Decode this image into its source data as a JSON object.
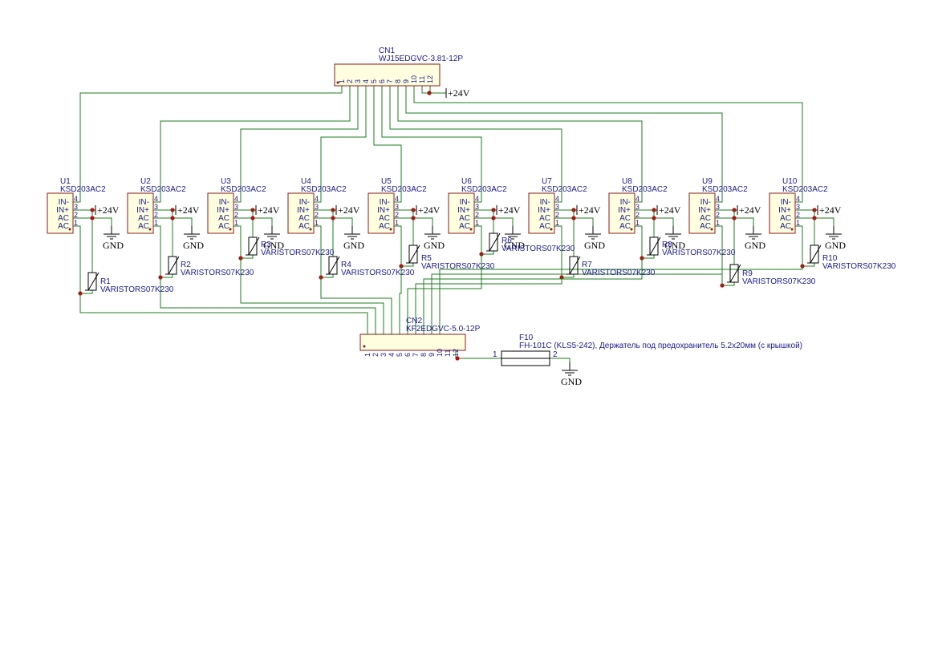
{
  "connectors": {
    "cn1": {
      "ref": "CN1",
      "value": "WJ15EDGVC-3.81-12P",
      "pins": [
        "1",
        "2",
        "3",
        "4",
        "5",
        "6",
        "7",
        "8",
        "9",
        "10",
        "11",
        "12"
      ]
    },
    "cn2": {
      "ref": "CN2",
      "value": "KF2EDGVC-5.0-12P",
      "pins": [
        "1",
        "2",
        "3",
        "4",
        "5",
        "6",
        "7",
        "8",
        "9",
        "10",
        "11",
        "12"
      ]
    }
  },
  "relays": [
    {
      "ref": "U1",
      "value": "KSD203AC2"
    },
    {
      "ref": "U2",
      "value": "KSD203AC2"
    },
    {
      "ref": "U3",
      "value": "KSD203AC2"
    },
    {
      "ref": "U4",
      "value": "KSD203AC2"
    },
    {
      "ref": "U5",
      "value": "KSD203AC2"
    },
    {
      "ref": "U6",
      "value": "KSD203AC2"
    },
    {
      "ref": "U7",
      "value": "KSD203AC2"
    },
    {
      "ref": "U8",
      "value": "KSD203AC2"
    },
    {
      "ref": "U9",
      "value": "KSD203AC2"
    },
    {
      "ref": "U10",
      "value": "KSD203AC2"
    }
  ],
  "relay_pins": {
    "names": [
      "IN-",
      "IN+",
      "AC",
      "AC"
    ],
    "numbers": [
      "4",
      "3",
      "2",
      "1"
    ]
  },
  "varistors": [
    {
      "ref": "R1",
      "value": "VARISTORS07K230"
    },
    {
      "ref": "R2",
      "value": "VARISTORS07K230"
    },
    {
      "ref": "R3",
      "value": "VARISTORS07K230"
    },
    {
      "ref": "R4",
      "value": "VARISTORS07K230"
    },
    {
      "ref": "R5",
      "value": "VARISTORS07K230"
    },
    {
      "ref": "R6",
      "value": "VARISTORS07K230"
    },
    {
      "ref": "R7",
      "value": "VARISTORS07K230"
    },
    {
      "ref": "R8",
      "value": "VARISTORS07K230"
    },
    {
      "ref": "R9",
      "value": "VARISTORS07K230"
    },
    {
      "ref": "R10",
      "value": "VARISTORS07K230"
    }
  ],
  "fuse": {
    "ref": "F10",
    "value": "FH-101C (KLS5-242), Держатель под предохранитель 5.2x20мм (с крышкой)",
    "pin1": "1",
    "pin2": "2"
  },
  "nets": {
    "power": "+24V",
    "ground": "GND"
  },
  "colors": {
    "wire": "#1e7e1e",
    "symbol_outline": "#8b1a1a",
    "symbol_fill": "#ffffe0",
    "text": "#1a1a8c",
    "junction": "#b01010"
  }
}
